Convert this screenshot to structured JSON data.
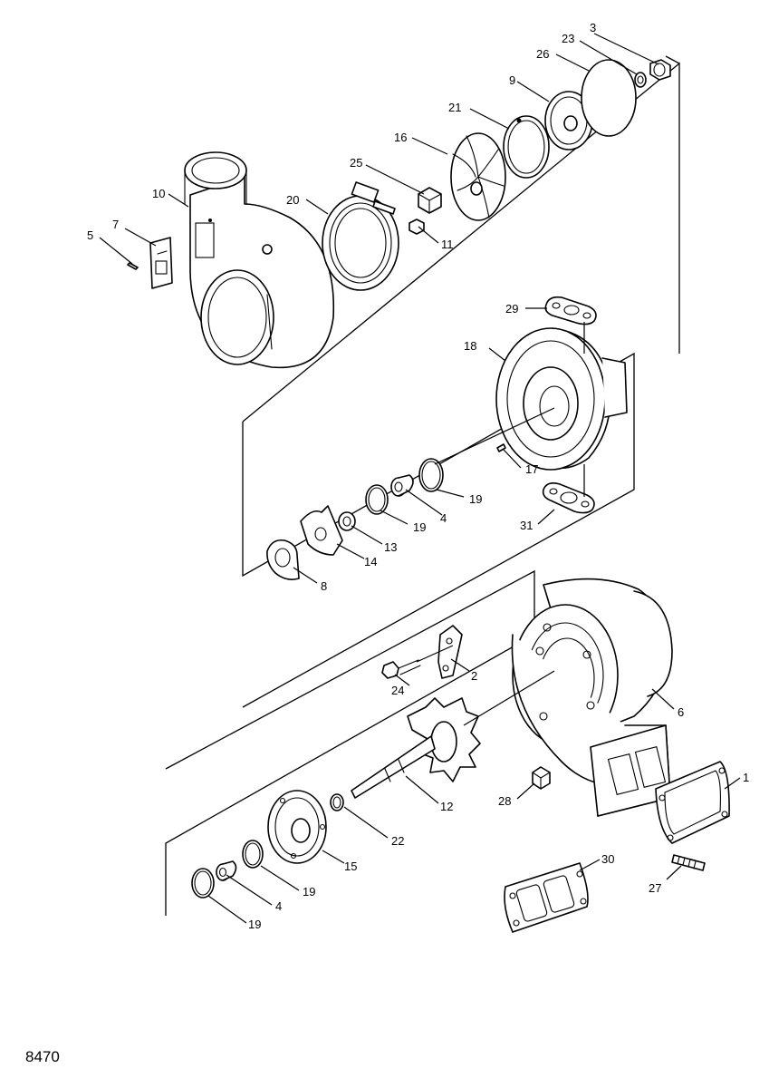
{
  "drawing_number": "8470",
  "callouts": [
    "1",
    "2",
    "3",
    "4",
    "4",
    "5",
    "6",
    "7",
    "8",
    "9",
    "10",
    "11",
    "12",
    "13",
    "14",
    "15",
    "16",
    "17",
    "18",
    "19",
    "19",
    "19",
    "19",
    "20",
    "21",
    "22",
    "23",
    "24",
    "25",
    "26",
    "27",
    "28",
    "29",
    "30",
    "31"
  ]
}
